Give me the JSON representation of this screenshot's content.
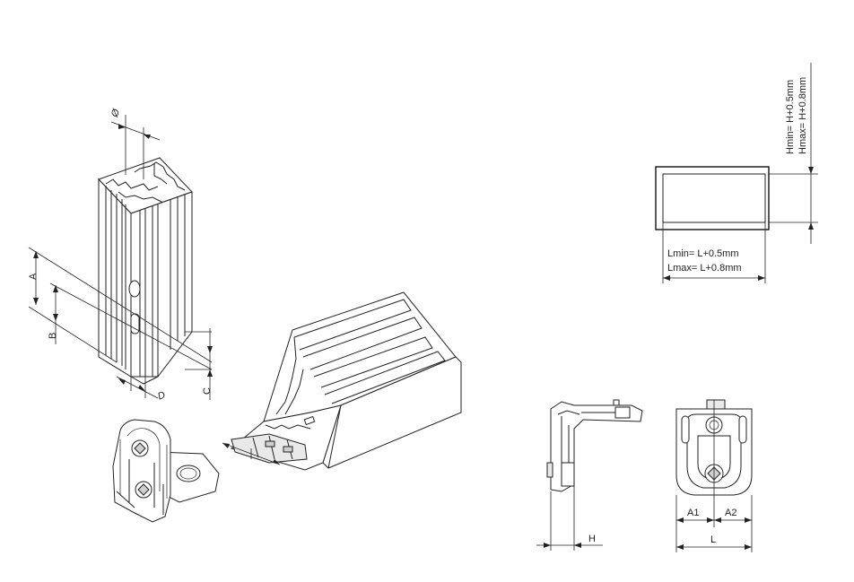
{
  "labels": {
    "diameter": "Ø",
    "a": "A",
    "b": "B",
    "c": "C",
    "d": "D",
    "hmin": "Hmin= H+0.5mm",
    "hmax": "Hmax= H+0.8mm",
    "lmin": "Lmin= L+0.5mm",
    "lmax": "Lmax= L+0.8mm",
    "h": "H",
    "a1": "A1",
    "a2": "A2",
    "l": "L"
  }
}
